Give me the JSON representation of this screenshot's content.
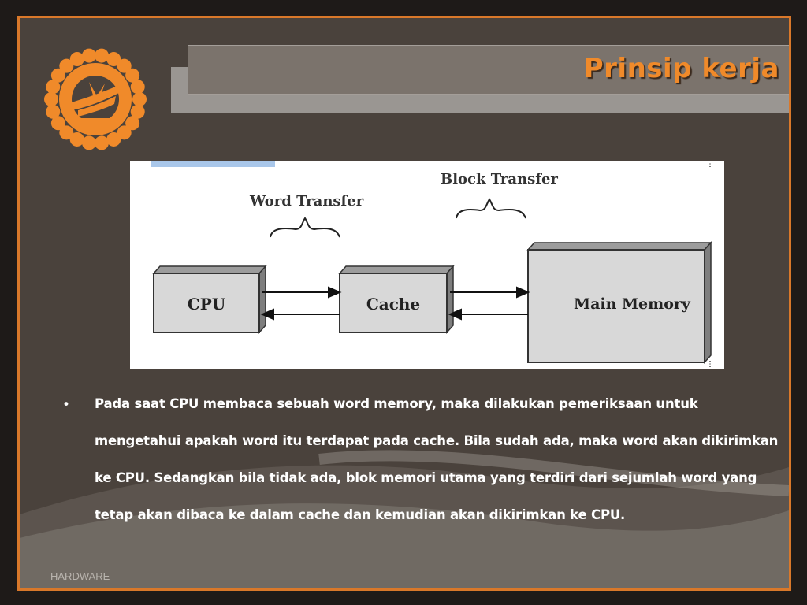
{
  "slide": {
    "title": "Prinsip kerja",
    "footer": "HARDWARE",
    "bullet": "Pada saat CPU membaca sebuah word memory, maka dilakukan pemeriksaan untuk mengetahui apakah word itu terdapat pada cache. Bila sudah ada, maka word akan dikirimkan ke CPU. Sedangkan bila tidak ada, blok memori utama yang terdiri dari sejumlah word yang tetap akan dibaca ke dalam cache dan kemudian akan dikirimkan ke CPU.",
    "bullet_marker": "•"
  },
  "diagram": {
    "word_transfer_label": "Word Transfer",
    "block_transfer_label": "Block Transfer",
    "cpu_label": "CPU",
    "cache_label": "Cache",
    "main_memory_label": "Main Memory"
  },
  "colors": {
    "accent": "#f08a2a",
    "frame_border": "#d9782a",
    "background": "#4a423c"
  },
  "icons": [
    "university-logo-icon"
  ]
}
